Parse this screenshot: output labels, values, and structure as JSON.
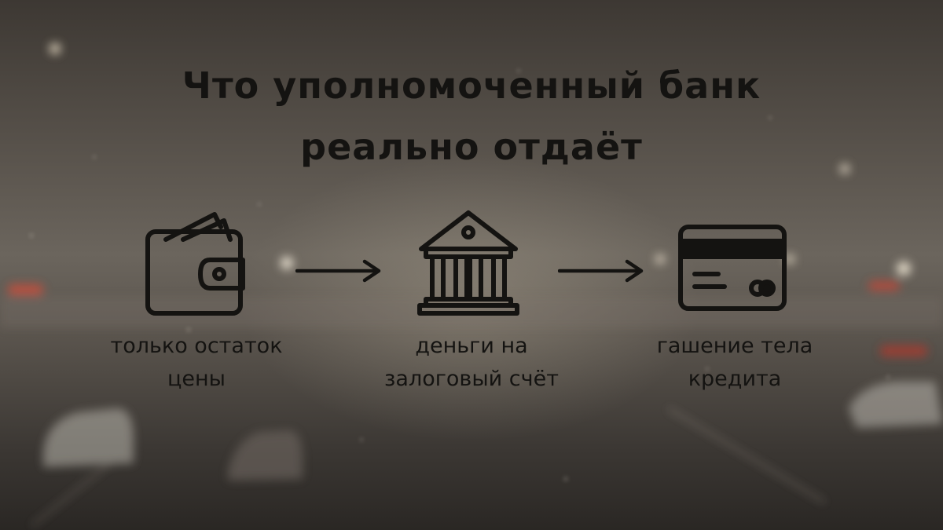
{
  "title": {
    "line1": "Что уполномоченный банк",
    "line2": "реально отдаёт"
  },
  "steps": [
    {
      "icon": "wallet-icon",
      "caption": [
        "только остаток",
        "цены"
      ]
    },
    {
      "icon": "bank-icon",
      "caption": [
        "деньги на",
        "залоговый счёт"
      ]
    },
    {
      "icon": "credit-card-icon",
      "caption": [
        "гашение тела",
        "кредита"
      ]
    }
  ],
  "colors": {
    "ink": "#141311"
  }
}
